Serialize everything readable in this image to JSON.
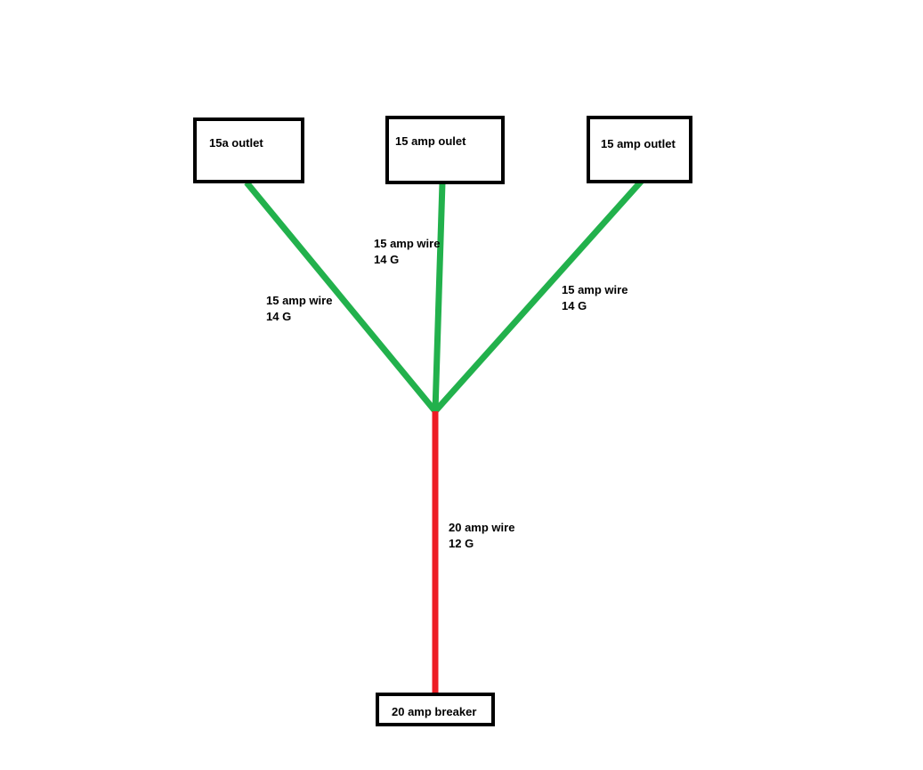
{
  "colors": {
    "branch_wire": "#22b14c",
    "main_wire": "#ed1c24",
    "box_border": "#000000",
    "text": "#000000",
    "background": "#ffffff"
  },
  "outlets": [
    {
      "label": "15a outlet"
    },
    {
      "label": "15 amp oulet"
    },
    {
      "label": "15 amp outlet"
    }
  ],
  "branch_wires": [
    {
      "rating": "15 amp wire",
      "gauge": "14 G"
    },
    {
      "rating": "15 amp wire",
      "gauge": "14 G"
    },
    {
      "rating": "15 amp wire",
      "gauge": "14 G"
    }
  ],
  "main_wire": {
    "rating": "20 amp wire",
    "gauge": "12 G"
  },
  "breaker": {
    "label": "20 amp breaker"
  }
}
